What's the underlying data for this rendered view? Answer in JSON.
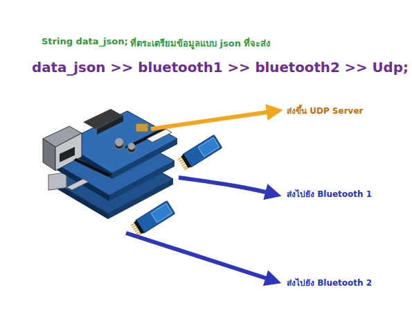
{
  "diagram": {
    "labels": [
      "String data_json;",
      "ที่ตระเตรียมข้อมูลแบบ json ที่จะส่ง",
      "data_json >> bluetooth1 >> bluetooth2 >> Udp;",
      "ส่งขึ้น UDP Server",
      "ส่งไปยัง Bluetooth 1",
      "ส่งไปยัง Bluetooth 2"
    ]
  }
}
